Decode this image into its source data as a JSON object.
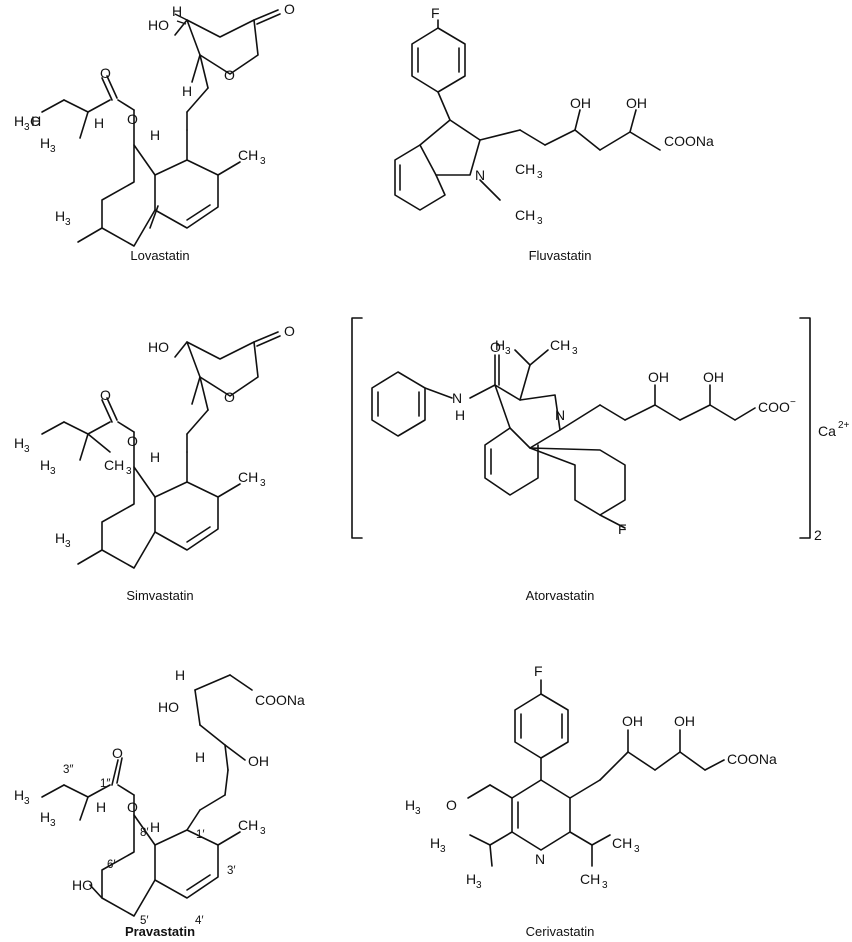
{
  "captions": {
    "lovastatin": "Lovastatin",
    "fluvastatin": "Fluvastatin",
    "simvastatin": "Simvastatin",
    "atorvastatin": "Atorvastatin",
    "pravastatin": "Pravastatin",
    "cerivastatin": "Cerivastatin"
  },
  "labels": {
    "H": "H",
    "HO": "HO",
    "OH": "OH",
    "O": "O",
    "N": "N",
    "F": "F",
    "CH": "CH",
    "three": "3",
    "two": "2",
    "charge_minus": "−",
    "charge_2plus": "2+",
    "COONa": "COONa",
    "COO": "COO",
    "Ca": "Ca",
    "H3C_prefix": "H",
    "OCH2": "O"
  },
  "locants": [
    "3″",
    "1″",
    "8′",
    "1′",
    "6′",
    "3′",
    "5′",
    "4′"
  ],
  "emphasis": {
    "pravastatin_caption_bold": true
  }
}
